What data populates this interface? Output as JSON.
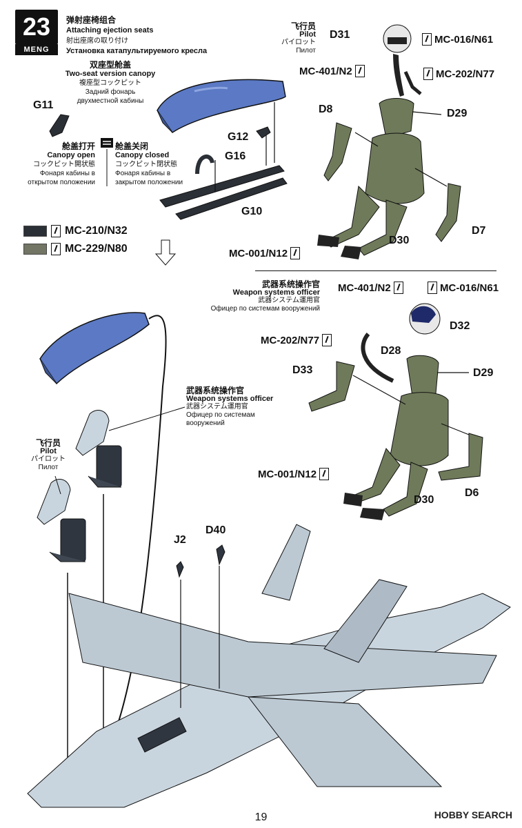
{
  "step": {
    "number": "23",
    "brand": "MENG"
  },
  "title": {
    "cn": "弹射座椅组合",
    "en": "Attaching ejection seats",
    "jp": "射出座席の取り付け",
    "ru": "Установка катапультируемого кресла"
  },
  "two_seat_canopy": {
    "cn": "双座型舱盖",
    "en": "Two-seat version canopy",
    "jp": "複座型コックピット",
    "ru1": "Задний фонарь",
    "ru2": "двухместной кабины"
  },
  "canopy_open": {
    "cn": "舱盖打开",
    "en": "Canopy open",
    "jp": "コックピット開状態",
    "ru1": "Фонаря кабины в",
    "ru2": "открытом положении"
  },
  "canopy_closed": {
    "cn": "舱盖关闭",
    "en": "Canopy closed",
    "jp": "コックピット閉状態",
    "ru1": "Фонаря кабины в",
    "ru2": "закрытом положении"
  },
  "pilot_header": {
    "cn": "飞行员",
    "en": "Pilot",
    "jp": "パイロット",
    "ru": "Пилот"
  },
  "wso_header": {
    "cn": "武器系统操作官",
    "en": "Weapon systems officer",
    "jp": "武器システム運用官",
    "ru": "Офицер по системам вооружений"
  },
  "wso_lower": {
    "cn": "武器系统操作官",
    "en": "Weapon systems officer",
    "jp": "武器システム運用官",
    "ru1": "Офицер по системам",
    "ru2": "вооружений"
  },
  "pilot_lower": {
    "cn": "飞行员",
    "en": "Pilot",
    "jp": "パイロット",
    "ru": "Пилот"
  },
  "parts": {
    "G11": "G11",
    "G12": "G12",
    "G16": "G16",
    "G10": "G10",
    "D31": "D31",
    "D8": "D8",
    "D29a": "D29",
    "D7": "D7",
    "D30a": "D30",
    "D32": "D32",
    "D28": "D28",
    "D33": "D33",
    "D29b": "D29",
    "D6": "D6",
    "D30b": "D30",
    "J2": "J2",
    "D40": "D40"
  },
  "paints": {
    "mc016_a": "MC-016/N61",
    "mc401_a": "MC-401/N2",
    "mc202_a": "MC-202/N77",
    "mc001_a": "MC-001/N12",
    "mc401_b": "MC-401/N2",
    "mc016_b": "MC-016/N61",
    "mc202_b": "MC-202/N77",
    "mc001_b": "MC-001/N12",
    "mc210": "MC-210/N32",
    "mc229": "MC-229/N80"
  },
  "colors": {
    "dark": "#2b2f36",
    "olive": "#737565",
    "canopy": "#5b79c4",
    "figure": "#6f7a5a",
    "seat": "#2f3640",
    "aircraft": "#c9d5de"
  },
  "page_number": "19",
  "watermark": "HOBBY SEARCH"
}
